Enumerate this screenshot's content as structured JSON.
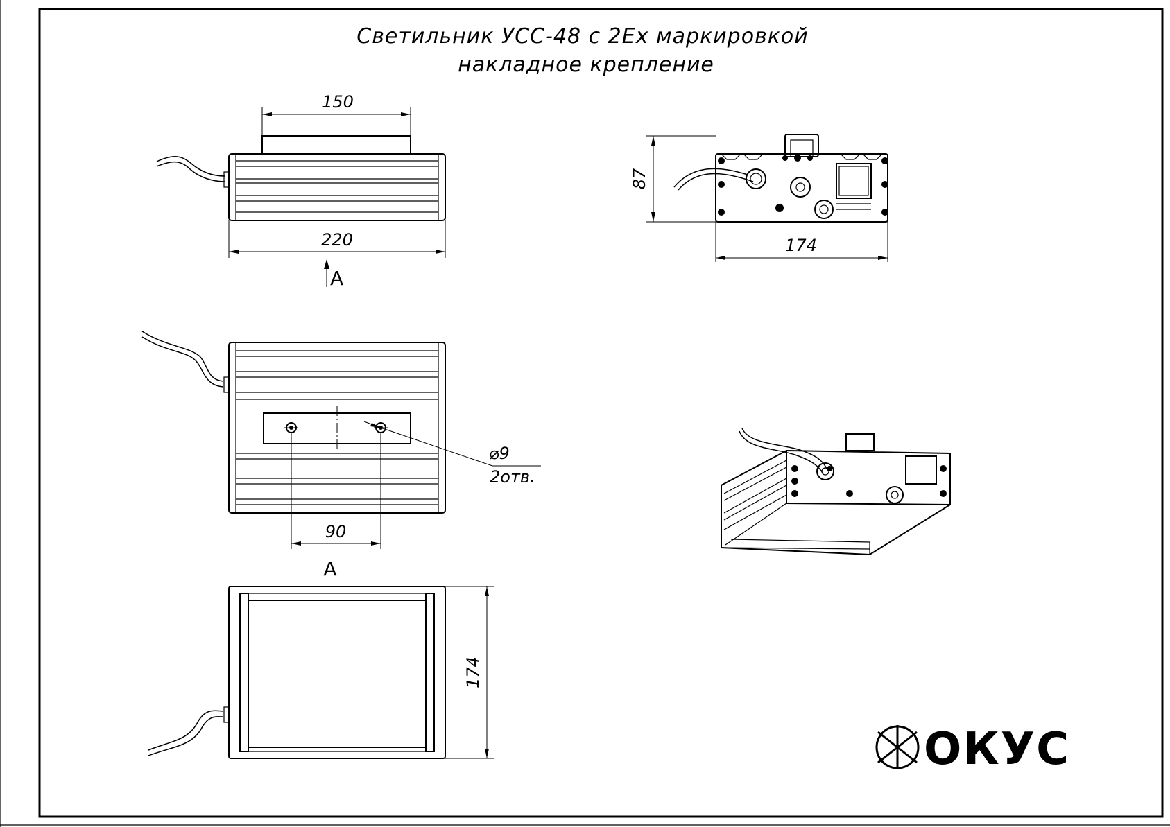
{
  "title": {
    "line1": "Светильник УСС-48 с 2Ex маркировкой",
    "line2": "накладное крепление"
  },
  "dimensions": {
    "mount_width": "150",
    "body_length": "220",
    "height": "87",
    "side_width": "174",
    "hole_spacing": "90",
    "bottom_width": "174",
    "hole_diameter": "⌀9",
    "hole_count": "2отв."
  },
  "views": {
    "arrow_label": "А",
    "section_label": "А"
  },
  "logo": {
    "text": "ФОКУС"
  }
}
